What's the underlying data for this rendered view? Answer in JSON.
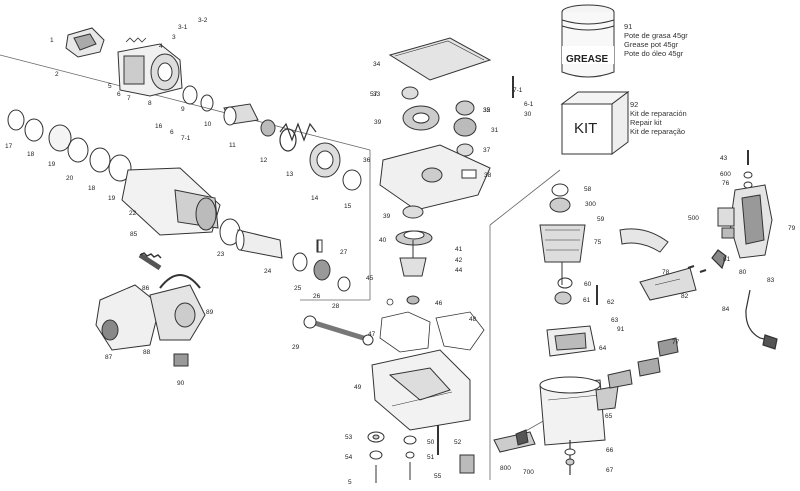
{
  "parts": [
    "1",
    "2",
    "3",
    "3-1",
    "3-2",
    "4",
    "5",
    "6",
    "7",
    "8",
    "9",
    "10",
    "11",
    "12",
    "13",
    "14",
    "15",
    "16",
    "6",
    "7-1",
    "17",
    "18",
    "19",
    "20",
    "18",
    "19",
    "22",
    "23",
    "24",
    "25",
    "26",
    "27",
    "28",
    "29",
    "33",
    "34",
    "35",
    "36",
    "37",
    "38",
    "39",
    "40",
    "41",
    "42",
    "44",
    "45",
    "46",
    "47",
    "48",
    "49",
    "50",
    "51",
    "52",
    "53",
    "54",
    "55",
    "5",
    "7-1",
    "6-1",
    "30",
    "31",
    "32",
    "39",
    "57",
    "58",
    "300",
    "59",
    "60",
    "61",
    "62",
    "63",
    "43",
    "600",
    "64",
    "65",
    "66",
    "67",
    "700",
    "800",
    "75",
    "76",
    "77",
    "78",
    "79",
    "80",
    "81",
    "82",
    "83",
    "84",
    "85",
    "86",
    "87",
    "88",
    "89",
    "90",
    "91",
    "500"
  ],
  "grease": {
    "jar_label": "GREASE",
    "number": "91",
    "lines": [
      "Pote de grasa 45gr",
      "Grease pot 45gr",
      "Pote do óleo 45gr"
    ]
  },
  "kit": {
    "box_label": "KIT",
    "number": "92",
    "lines": [
      "Kit de reparación",
      "Repair kit",
      "Kit de reparação"
    ]
  }
}
